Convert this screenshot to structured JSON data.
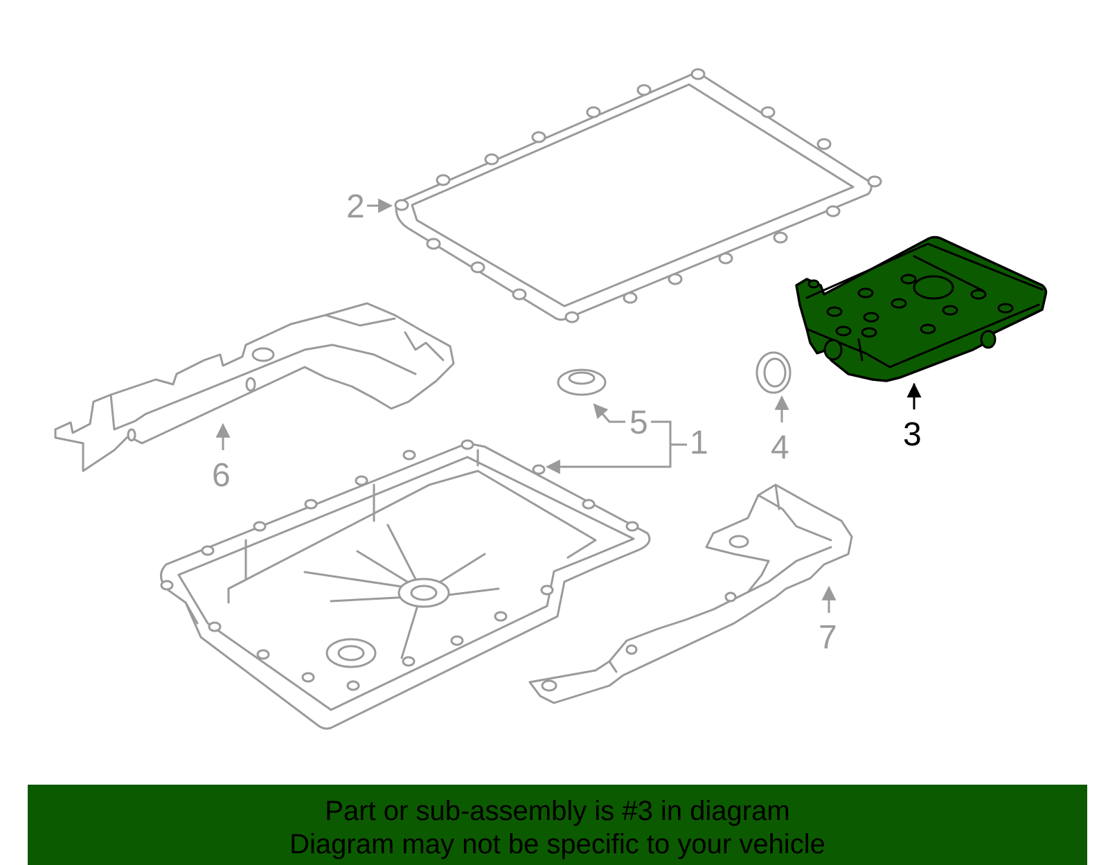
{
  "colors": {
    "highlight": "#0c5a00",
    "outline": "#9a9a9a",
    "banner": "#0c5a00"
  },
  "callouts": {
    "c1": "1",
    "c2": "2",
    "c3": "3",
    "c4": "4",
    "c5": "5",
    "c6": "6",
    "c7": "7"
  },
  "highlighted_part": "3",
  "banner": {
    "line1": "Part or sub-assembly is #3 in diagram",
    "line2": "Diagram may not be specific to your vehicle"
  }
}
